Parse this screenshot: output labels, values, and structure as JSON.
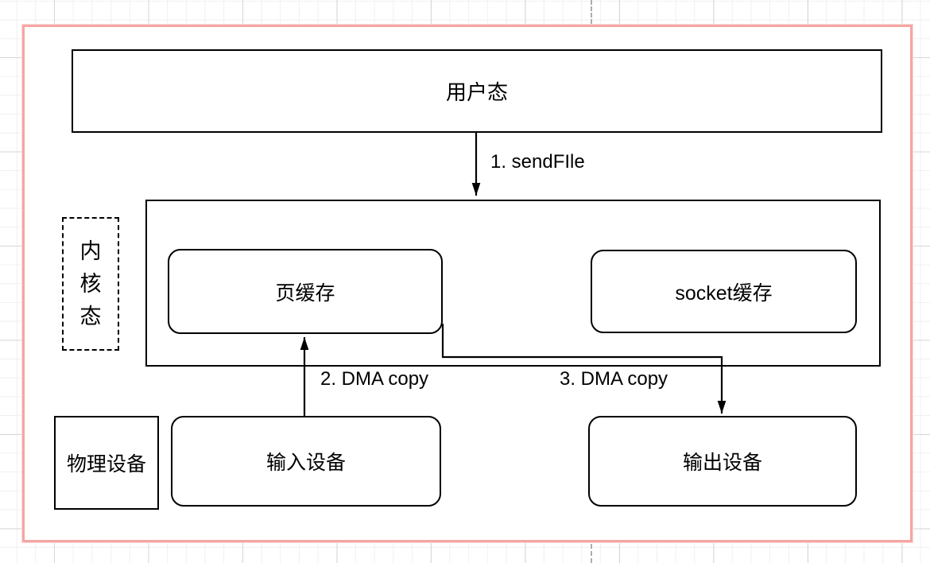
{
  "diagram": {
    "title_context": "sendFile zero-copy flow",
    "boxes": {
      "user_mode": {
        "label": "用户态"
      },
      "kernel_mode": {
        "label": "内核态",
        "chars": [
          "内",
          "核",
          "态"
        ]
      },
      "page_cache": {
        "label": "页缓存"
      },
      "socket_cache": {
        "label": "socket缓存"
      },
      "physical_device": {
        "label": "物理设备"
      },
      "input_device": {
        "label": "输入设备"
      },
      "output_device": {
        "label": "输出设备"
      }
    },
    "arrows": {
      "step1": {
        "label": "1. sendFIle"
      },
      "step2": {
        "label": "2. DMA copy"
      },
      "step3": {
        "label": "3. DMA copy"
      }
    },
    "colors": {
      "frame_border": "#f4a6a4",
      "shape_stroke": "#000000",
      "shape_fill": "#ffffff",
      "guide_line": "#adadad",
      "grid_minor": "#f0f0f0",
      "grid_major": "#d7d7d7"
    }
  }
}
